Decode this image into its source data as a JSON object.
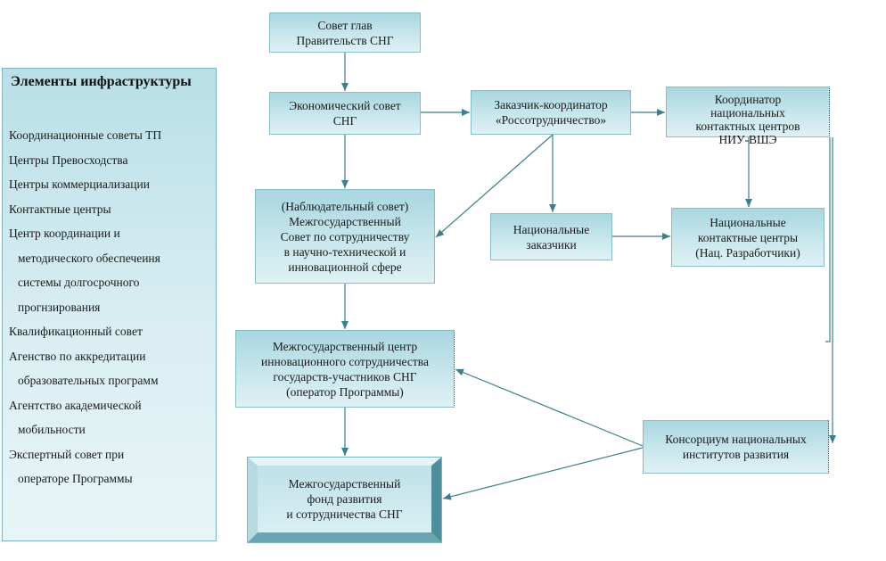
{
  "panel": {
    "title": "Элементы инфраструктуры",
    "items": [
      "Координационные советы ТП",
      "Центры Превосходства",
      "Центры коммерциализации",
      "Контактные центры",
      "Центр координации и",
      "методического обеспечеиня",
      "системы долгосрочного",
      "прогнзирования",
      "Квалификационный совет",
      "Агенство по аккредитации",
      "образовательных программ",
      "Агентство академической",
      "мобильности",
      "Экспертный совет при",
      "операторе Программы"
    ]
  },
  "nodes": {
    "council_heads": "Совет глав\nПравительств СНГ",
    "economic_council": "Экономический совет\nСНГ",
    "customer_coordinator": "Заказчик-координатор\n«Россотрудничество»",
    "coordinator_ncc": "Координатор\nнациональных\nконтактных центров\nНИУ-ВШЭ",
    "supervisory_council": "(Наблюдательный совет)\nМежгосударственный\nСовет по сотрудничеству\nв научно-технической и\nинновационной сфере",
    "national_customers": "Национальные\nзаказчики",
    "national_contact_centers": "Национальные\nконтактные центры\n(Нац. Разработчики)",
    "interstate_center": "Межгосударственный центр\nинновационного сотрудничества\nгосударств-участников СНГ\n(оператор Программы)",
    "consortium": "Консорциум национальных\nинститутов развития",
    "interstate_fund": "Межгосударственный\nфонд развития\nи сотрудничества СНГ"
  }
}
